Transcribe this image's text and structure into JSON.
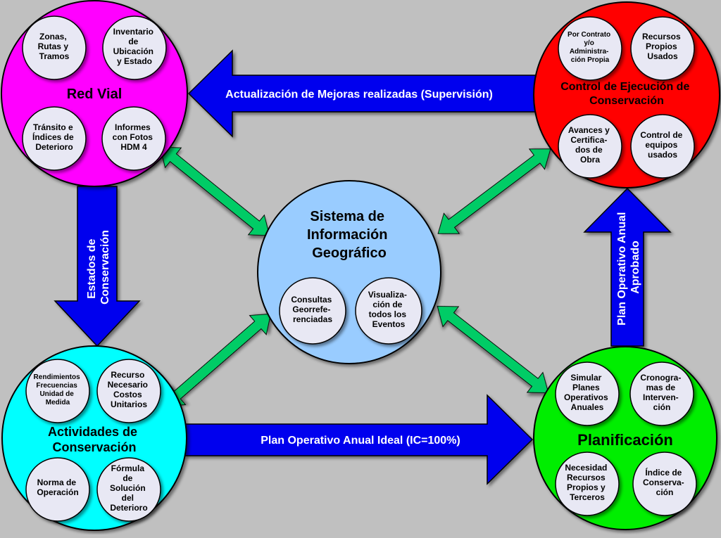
{
  "colors": {
    "background": "#c0c0c0",
    "red_vial": "#ff00ff",
    "control": "#ff0000",
    "actividades": "#00ffff",
    "planificacion": "#00ee00",
    "sig": "#99ccff",
    "inner_circle": "#e8e8f4",
    "blue_arrow": "#0000ee",
    "green_arrow": "#00cc66"
  },
  "nodes": {
    "red_vial": {
      "title": "Red Vial",
      "items": [
        {
          "lines": [
            "Zonas,",
            "Rutas y",
            "Tramos"
          ]
        },
        {
          "lines": [
            "Inventario",
            "de",
            "Ubicación",
            "y Estado"
          ]
        },
        {
          "lines": [
            "Tránsito e",
            "Índices de",
            "Deterioro"
          ]
        },
        {
          "lines": [
            "Informes",
            "con Fotos",
            "HDM 4"
          ]
        }
      ]
    },
    "control": {
      "title_lines": [
        "Control de Ejecución de",
        "Conservación"
      ],
      "items": [
        {
          "lines": [
            "Por Contrato",
            "y/o",
            "Administra-",
            "ción Propia"
          ]
        },
        {
          "lines": [
            "Recursos",
            "Propios",
            "Usados"
          ]
        },
        {
          "lines": [
            "Avances y",
            "Certifica-",
            "dos de",
            "Obra"
          ]
        },
        {
          "lines": [
            "Control de",
            "equipos",
            "usados"
          ]
        }
      ]
    },
    "sig": {
      "title_lines": [
        "Sistema de",
        "Información",
        "Geográfico"
      ],
      "items": [
        {
          "lines": [
            "Consultas",
            "Georrefe-",
            "renciadas"
          ]
        },
        {
          "lines": [
            "Visualiza-",
            "ción de",
            "todos los",
            "Eventos"
          ]
        }
      ]
    },
    "actividades": {
      "title_lines": [
        "Actividades de",
        "Conservación"
      ],
      "items": [
        {
          "lines": [
            "Rendimientos",
            "Frecuencias",
            "Unidad de",
            "Medida"
          ]
        },
        {
          "lines": [
            "Recurso",
            "Necesario",
            "Costos",
            "Unitarios"
          ]
        },
        {
          "lines": [
            "Norma de",
            "Operación"
          ]
        },
        {
          "lines": [
            "Fórmula",
            "de",
            "Solución",
            "del",
            "Deterioro"
          ]
        }
      ]
    },
    "planificacion": {
      "title": "Planificación",
      "items": [
        {
          "lines": [
            "Simular",
            "Planes",
            "Operativos",
            "Anuales"
          ]
        },
        {
          "lines": [
            "Cronogra-",
            "mas de",
            "Interven-",
            "ción"
          ]
        },
        {
          "lines": [
            "Necesidad",
            "Recursos",
            "Propios y",
            "Terceros"
          ]
        },
        {
          "lines": [
            "Índice de",
            "Conserva-",
            "ción"
          ]
        }
      ]
    }
  },
  "arrows": {
    "top": "Actualización de Mejoras realizadas (Supervisión)",
    "left": [
      "Estados de",
      "Conservación"
    ],
    "bottom": "Plan Operativo Anual Ideal (IC=100%)",
    "right": [
      "Plan Operativo Anual",
      "Aprobado"
    ]
  }
}
